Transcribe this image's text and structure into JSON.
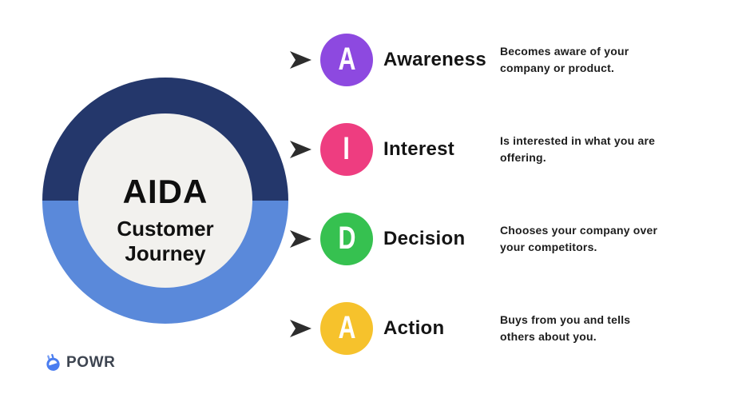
{
  "background_color": "#ffffff",
  "donut": {
    "title": "AIDA",
    "subtitle_line1": "Customer",
    "subtitle_line2": "Journey",
    "top_color": "#24376b",
    "bottom_color": "#5a89da",
    "inner_color": "#f2f1ee",
    "text_color": "#0f0f0f"
  },
  "arrow_color": "#2d2d2d",
  "stages": [
    {
      "letter": "A",
      "label": "Awareness",
      "description": "Becomes aware of your company or product.",
      "color": "#8d49e0"
    },
    {
      "letter": "I",
      "label": "Interest",
      "description": "Is interested in what you are offering.",
      "color": "#ee3d80"
    },
    {
      "letter": "D",
      "label": "Decision",
      "description": "Chooses your company over your competitors.",
      "color": "#36c150"
    },
    {
      "letter": "A",
      "label": "Action",
      "description": "Buys from you and tells others about you.",
      "color": "#f6c22c"
    }
  ],
  "footer": {
    "brand": "POWR",
    "icon": "powr-plug-icon",
    "icon_color": "#4a7df0"
  }
}
